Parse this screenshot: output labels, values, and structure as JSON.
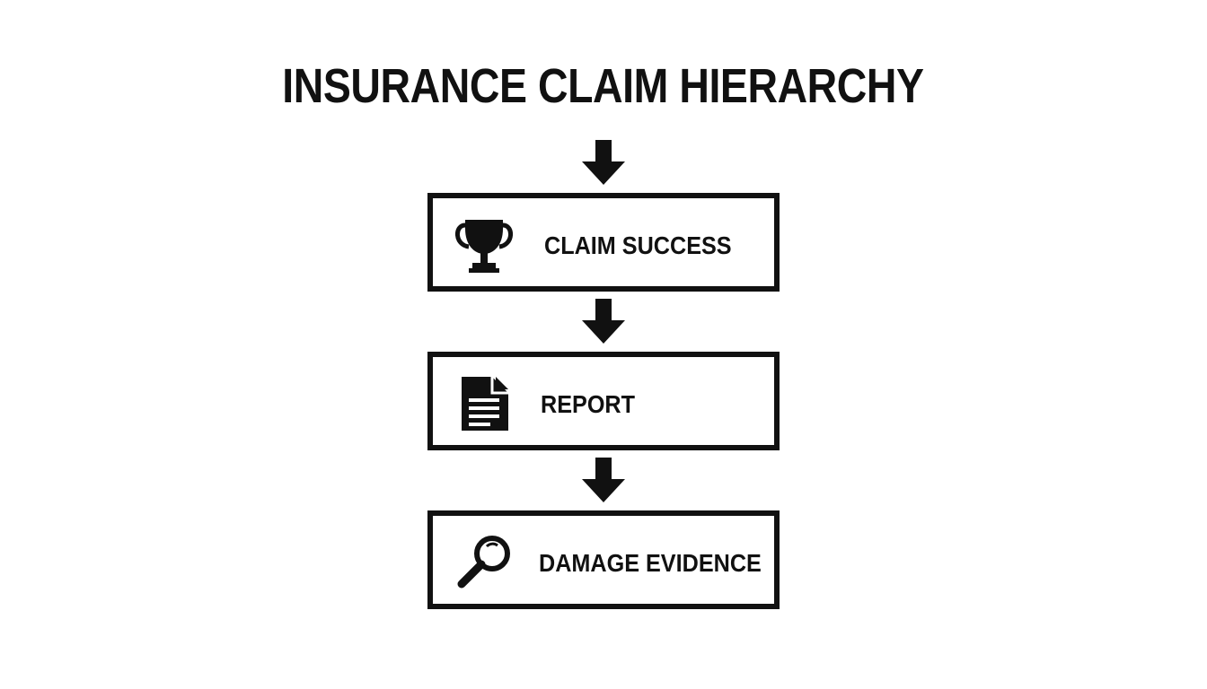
{
  "diagram": {
    "title": "INSURANCE CLAIM HIERARCHY",
    "nodes": [
      {
        "label": "CLAIM SUCCESS",
        "icon": "trophy-icon"
      },
      {
        "label": "REPORT",
        "icon": "document-icon"
      },
      {
        "label": "DAMAGE EVIDENCE",
        "icon": "magnifying-glass-icon"
      }
    ],
    "colors": {
      "stroke": "#111111",
      "background": "#ffffff"
    }
  }
}
